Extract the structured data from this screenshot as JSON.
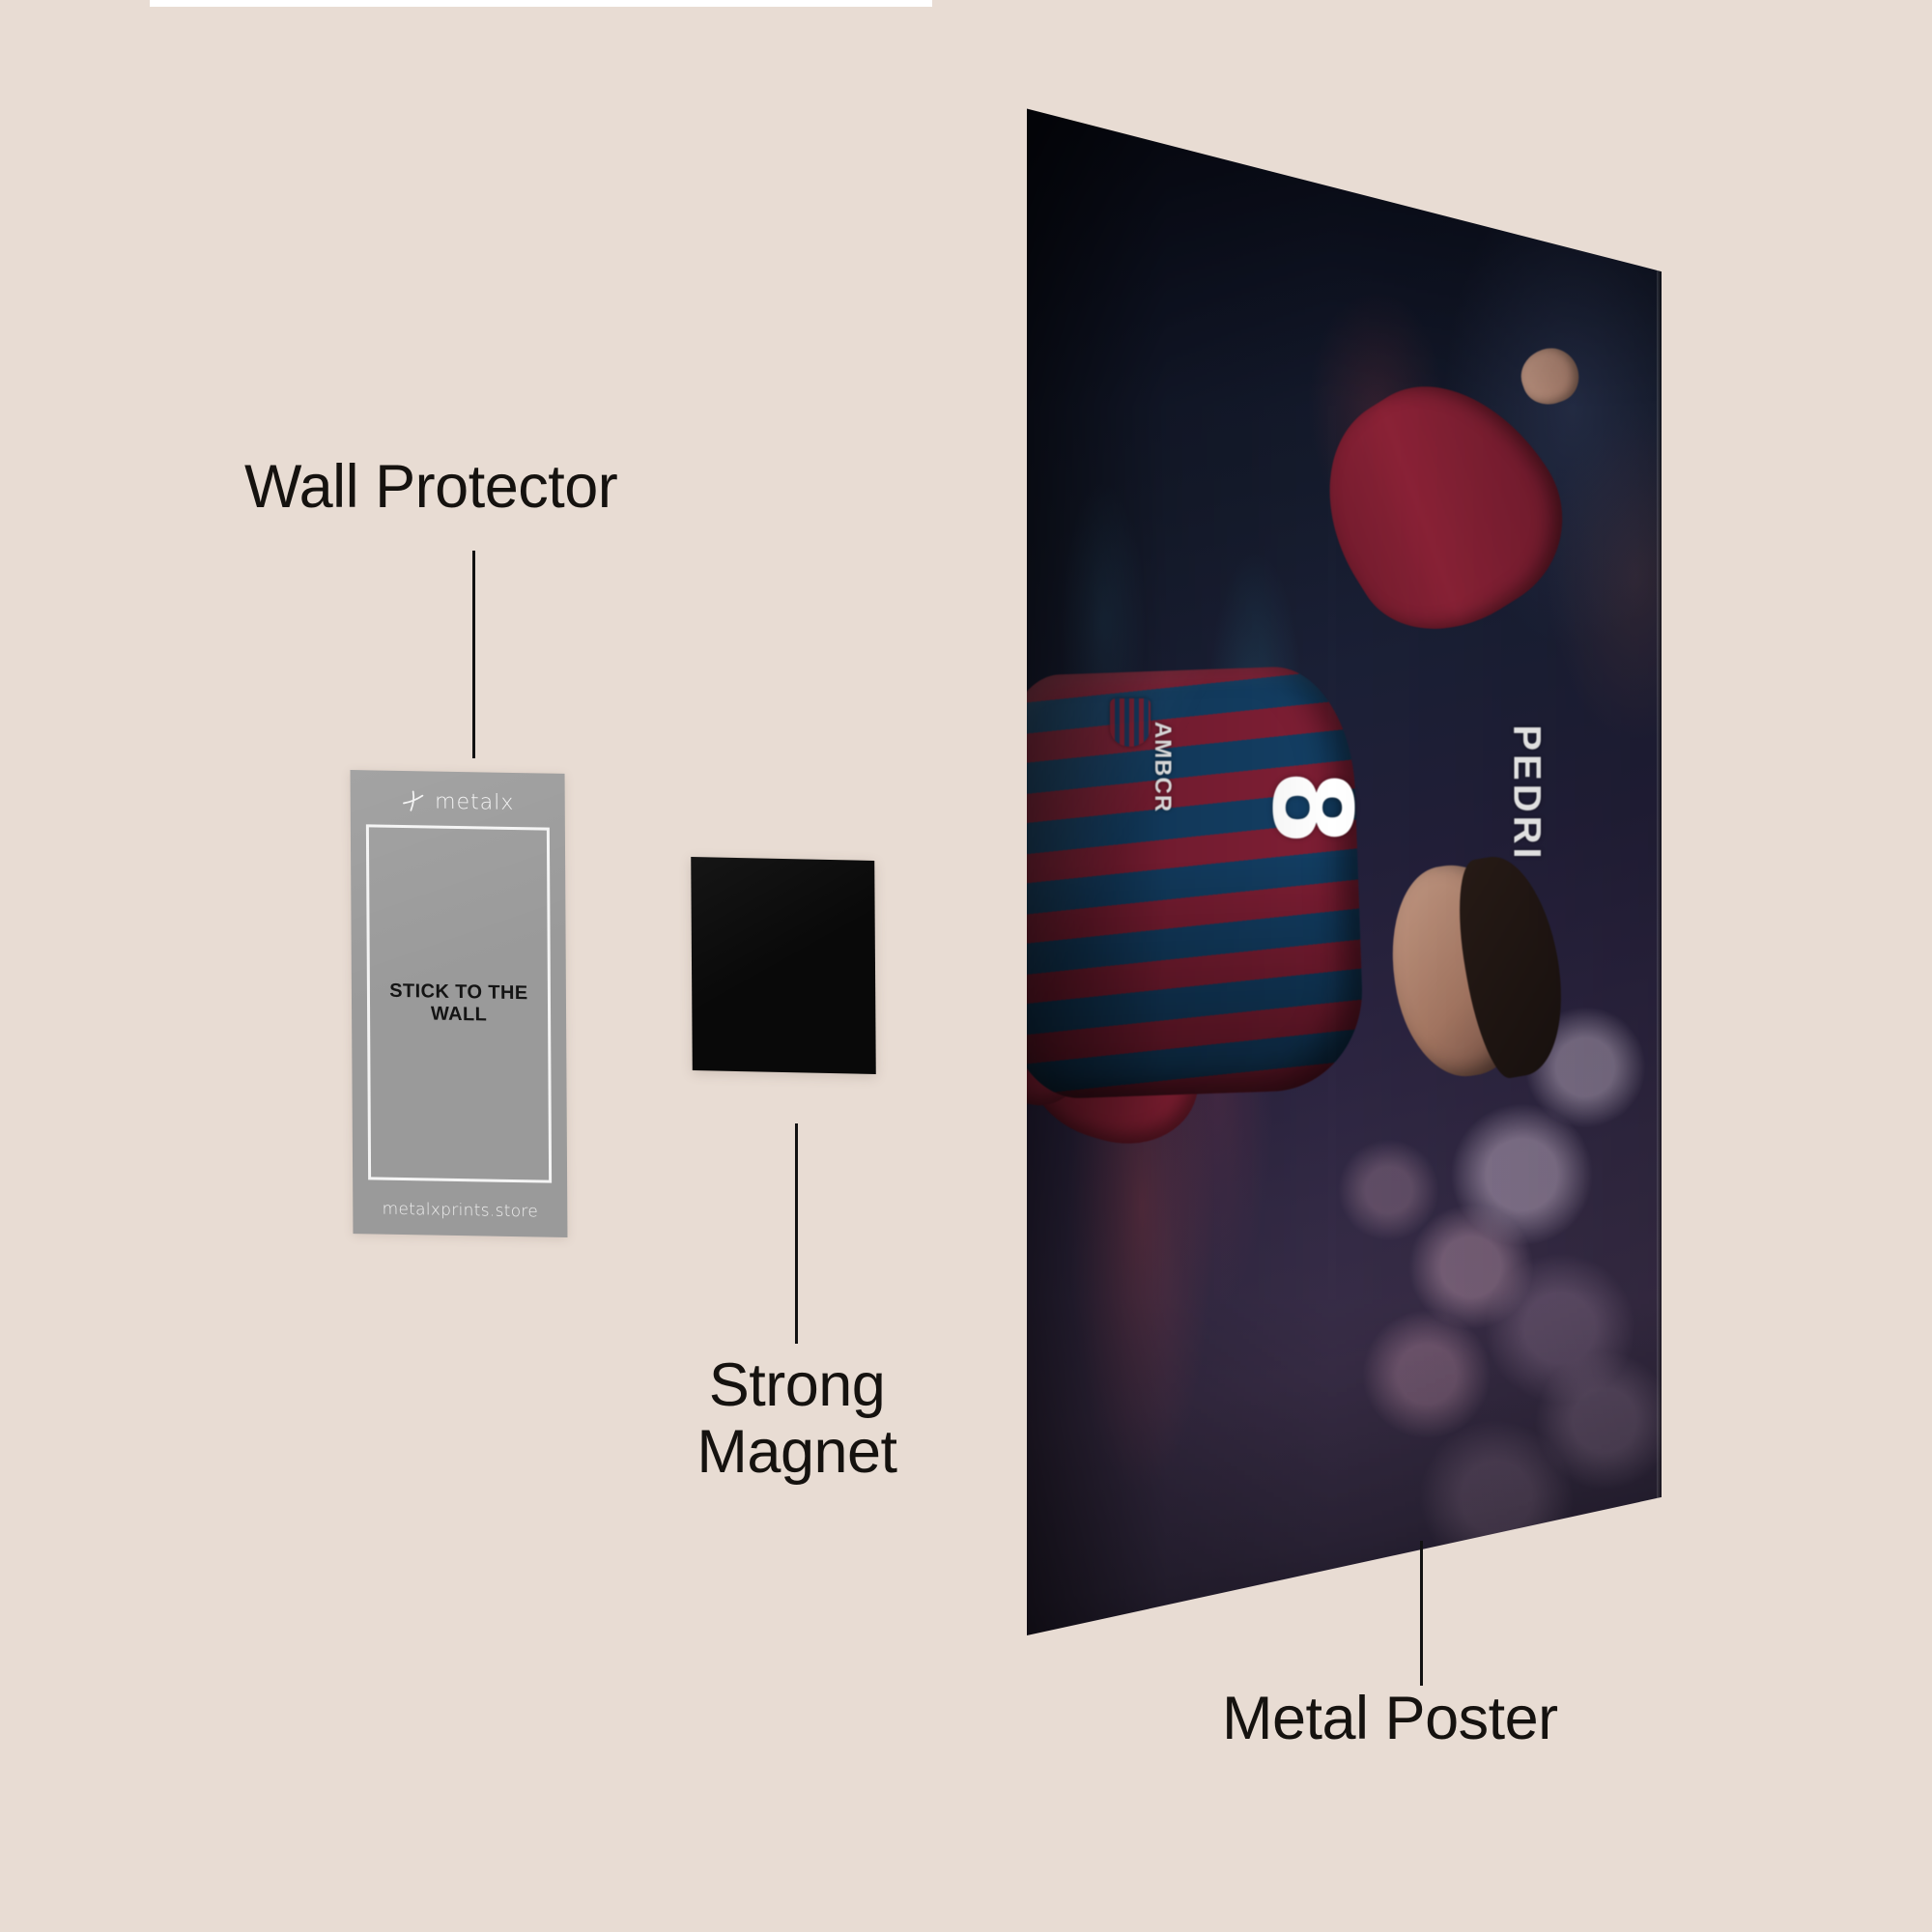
{
  "background_color": "#E8DCD3",
  "labels": {
    "wall_protector": "Wall Protector",
    "strong_magnet": "Strong\nMagnet",
    "metal_poster": "Metal Poster"
  },
  "wall_protector_card": {
    "brand": "metalx",
    "logo_icon": "metalx-cross-icon",
    "center_text": "STICK TO THE WALL",
    "url": "metalxprints.store",
    "color": "#9a9a9a",
    "frame_color": "#f4f4f4"
  },
  "magnet": {
    "color": "#090909",
    "shape": "square"
  },
  "metal_poster": {
    "subject": "PEDRI",
    "jersey_number": "8",
    "jersey_sponsor": "AMBCR",
    "crest_icon": "club-crest-icon",
    "jersey_colors": [
      "#7e1f35",
      "#153f63"
    ],
    "scene": "football player celebrating with raised arm in stadium"
  }
}
